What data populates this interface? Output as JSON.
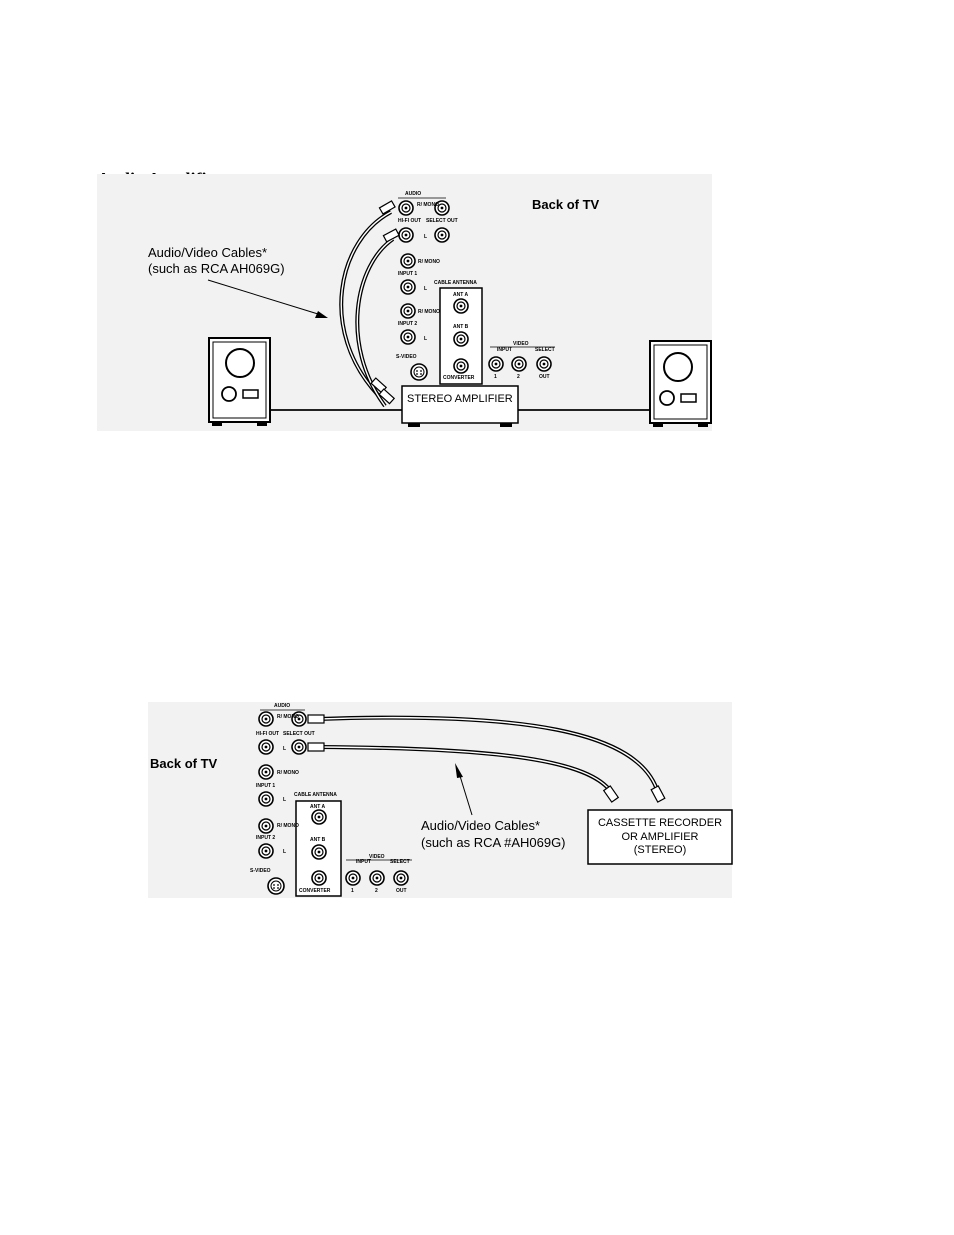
{
  "heading": "Audio Amplifier",
  "diagram1": {
    "back_label": "Back of TV",
    "cable_label_line1": "Audio/Video Cables*",
    "cable_label_line2": "(such as RCA AH069G)",
    "amplifier_label": "STEREO AMPLIFIER"
  },
  "diagram2": {
    "back_label": "Back of TV",
    "cable_label_line1": "Audio/Video Cables*",
    "cable_label_line2": "(such as RCA #AH069G)",
    "device_label_line1": "CASSETTE RECORDER",
    "device_label_line2": "OR AMPLIFIER",
    "device_label_line3": "(STEREO)"
  },
  "panel": {
    "audio": "AUDIO",
    "r_mono": "R/ MONO",
    "hifi_out": "HI-FI OUT",
    "select_out": "SELECT OUT",
    "l": "L",
    "input1": "INPUT 1",
    "input2": "INPUT 2",
    "cable_antenna": "CABLE ANTENNA",
    "ant_a": "ANT A",
    "ant_b": "ANT B",
    "converter": "CONVERTER",
    "s_video": "S-VIDEO",
    "video": "VIDEO",
    "input": "INPUT",
    "select": "SELECT",
    "one": "1",
    "two": "2",
    "out": "OUT"
  }
}
